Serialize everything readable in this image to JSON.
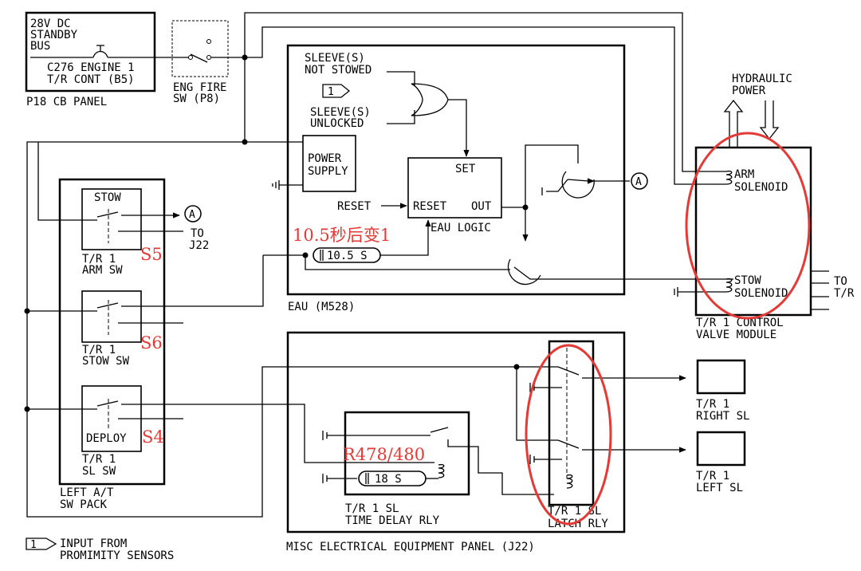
{
  "cb_panel": {
    "lines": [
      "28V DC",
      "STANDBY",
      "BUS"
    ],
    "breaker_lines": [
      "C276 ENGINE 1",
      "T/R CONT (B5)"
    ],
    "caption": "P18 CB PANEL"
  },
  "eng_fire_sw": {
    "lines": [
      "ENG FIRE",
      "SW (P8)"
    ]
  },
  "eau": {
    "sleeve_not_stowed": [
      "SLEEVE(S)",
      "NOT STOWED"
    ],
    "sleeve_unlocked": [
      "SLEEVE(S)",
      "UNLOCKED"
    ],
    "input_marker": "1",
    "power_supply": [
      "POWER",
      "SUPPLY"
    ],
    "logic_set": "SET",
    "logic_reset": "RESET",
    "logic_out": "OUT",
    "logic_name": "EAU LOGIC",
    "reset_input": "RESET",
    "timer": "10.5 S",
    "connector_a": "A",
    "caption": "EAU (M528)"
  },
  "hydraulic": {
    "lines": [
      "HYDRAULIC",
      "POWER"
    ]
  },
  "valve_module": {
    "arm": [
      "ARM",
      "SOLENOID"
    ],
    "stow": [
      "STOW",
      "SOLENOID"
    ],
    "caption": [
      "T/R 1 CONTROL",
      "VALVE MODULE"
    ],
    "to_tr": [
      "TO",
      "T/R"
    ]
  },
  "sw_pack": {
    "stow_label": "STOW",
    "connector_a": "A",
    "to_j22": [
      "TO",
      "J22"
    ],
    "arm_sw": [
      "T/R 1",
      "ARM SW"
    ],
    "stow_sw": [
      "T/R 1",
      "STOW SW"
    ],
    "deploy_label": "DEPLOY",
    "sl_sw": [
      "T/R 1",
      "SL SW"
    ],
    "caption": [
      "LEFT A/T",
      "SW PACK"
    ]
  },
  "j22": {
    "timer": "18 S",
    "tdr_caption": [
      "T/R 1 SL",
      "TIME DELAY RLY"
    ],
    "latch_caption": [
      "T/R 1 SL",
      "LATCH RLY"
    ],
    "right_sl": [
      "T/R 1",
      "RIGHT SL"
    ],
    "left_sl": [
      "T/R 1",
      "LEFT SL"
    ],
    "caption": "MISC ELECTRICAL EQUIPMENT PANEL (J22)"
  },
  "legend": {
    "marker": "1",
    "lines": [
      "INPUT FROM",
      "PROMIMITY SENSORS"
    ]
  },
  "annotations": {
    "s5": "S5",
    "s6": "S6",
    "s4": "S4",
    "timer_note": "10.5秒后变1",
    "relay_note": "R478/480"
  },
  "colors": {
    "line": "#000000",
    "annotation": "#e53935"
  }
}
